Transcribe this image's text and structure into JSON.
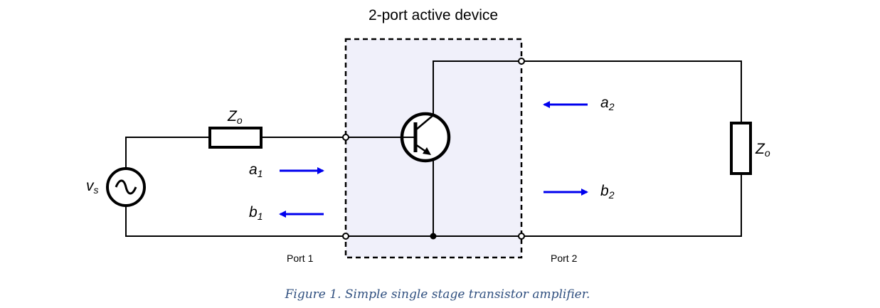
{
  "title": "2-port active device",
  "source_label": "v",
  "source_sub": "s",
  "z_input_label": "Z",
  "z_input_sub": "o",
  "z_load_label": "Z",
  "z_load_sub": "o",
  "a1_label": "a",
  "a1_sub": "1",
  "b1_label": "b",
  "b1_sub": "1",
  "a2_label": "a",
  "a2_sub": "2",
  "b2_label": "b",
  "b2_sub": "2",
  "port1_label": "Port 1",
  "port2_label": "Port 2",
  "caption": "Figure 1. Simple single stage transistor amplifier.",
  "colors": {
    "arrow": "#0000ee",
    "device_fill": "#f0f0fa",
    "caption": "#2f4f7f"
  }
}
